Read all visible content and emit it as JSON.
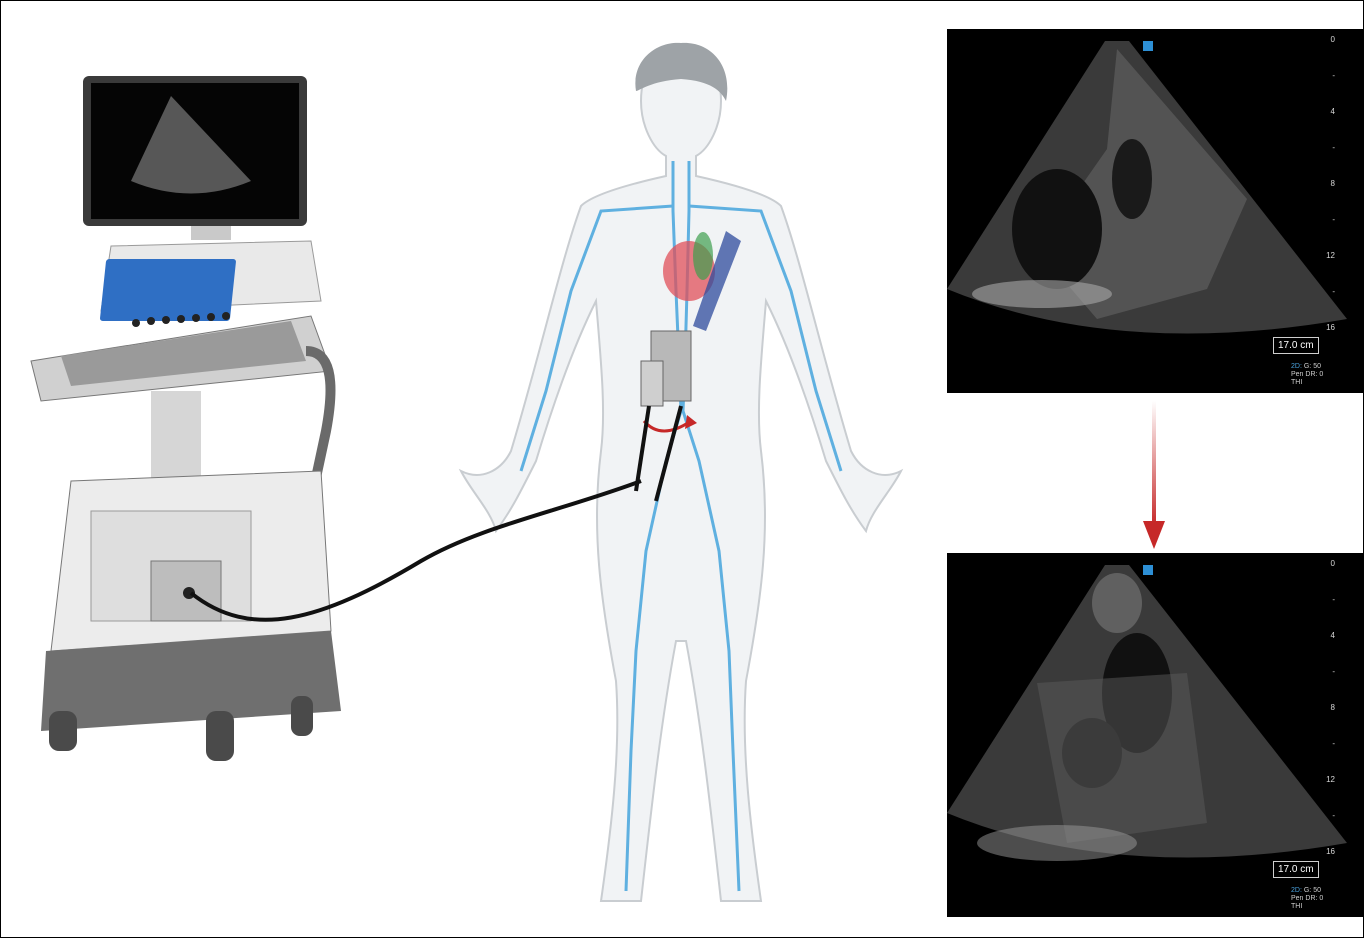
{
  "ultrasound_top": {
    "depth_ticks": [
      "0",
      "-",
      "4",
      "-",
      "8",
      "-",
      "12",
      "-",
      "16"
    ],
    "depth_box": "17.0 cm",
    "params": {
      "mode": "2D:",
      "gain": "G: 50",
      "pen": "Pen",
      "dr": "DR: 0",
      "thi": "THI"
    }
  },
  "ultrasound_bottom": {
    "depth_ticks": [
      "0",
      "-",
      "4",
      "-",
      "8",
      "-",
      "12",
      "-",
      "16"
    ],
    "depth_box": "17.0 cm",
    "params": {
      "mode": "2D:",
      "gain": "G: 50",
      "pen": "Pen",
      "dr": "DR: 0",
      "thi": "THI"
    }
  },
  "colors": {
    "vein": "#5fb0e0",
    "heart": "#e0505a",
    "lung": "#3f9e4e",
    "cannula": "#b8b8b8",
    "arrow": "#c62828",
    "cable": "#111111",
    "machine_body": "#e6e6e6",
    "machine_dark": "#6a6a6a",
    "screen": "#2f6fc4"
  }
}
